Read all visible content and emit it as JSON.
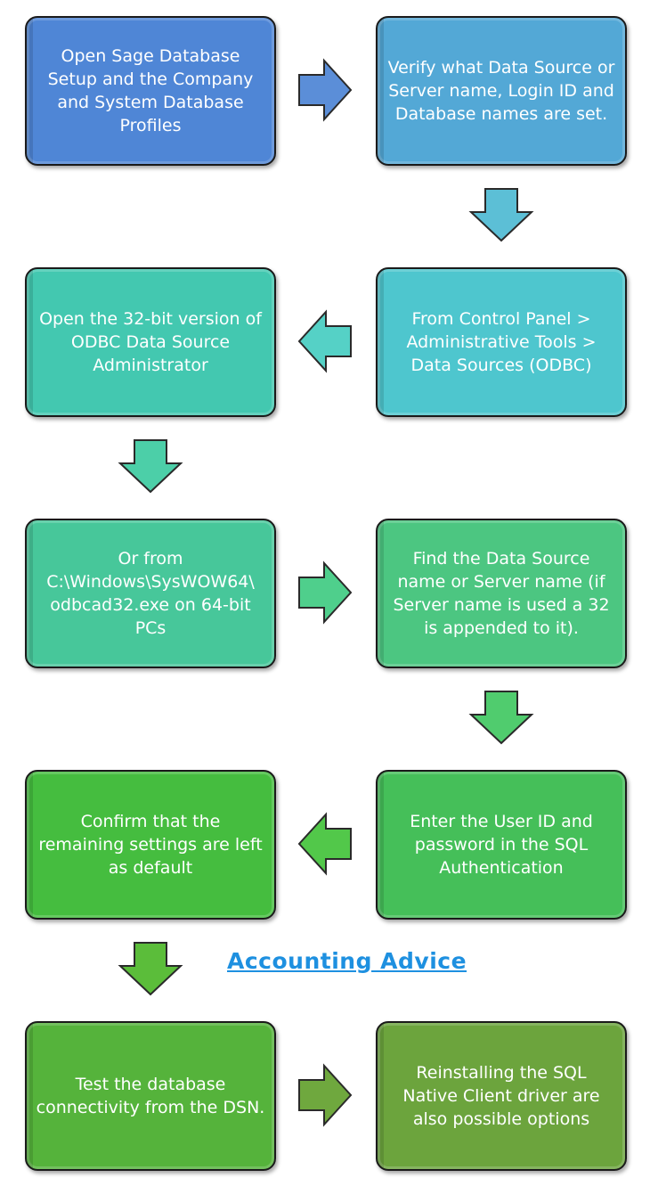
{
  "steps": [
    {
      "text": "Open Sage Database Setup and the Company and System Database Profiles",
      "color": "#4f86d6"
    },
    {
      "text": "Verify what Data Source or Server name, Login ID and Database names are set.",
      "color": "#53a8d6"
    },
    {
      "text": "From Control Panel > Administrative Tools > Data Sources (ODBC)",
      "color": "#4ec6ce"
    },
    {
      "text": "Open the 32-bit version of ODBC Data Source Administrator",
      "color": "#43c8b0"
    },
    {
      "text": "Or from C:\\Windows\\SysWOW64\\ odbcad32.exe on 64-bit PCs",
      "color": "#47c79a"
    },
    {
      "text": "Find the Data Source name or Server name (if Server name is used a 32 is appended to it).",
      "color": "#4cc681"
    },
    {
      "text": "Enter the User ID and password in the SQL Authentication",
      "color": "#45bf59"
    },
    {
      "text": "Confirm that the remaining settings are left as default",
      "color": "#45bd3f"
    },
    {
      "text": "Test the database connectivity from the DSN.",
      "color": "#55b33b"
    },
    {
      "text": "Reinstalling the SQL Native Client driver are also possible options",
      "color": "#6ca43d"
    }
  ],
  "arrows": [
    {
      "direction": "right",
      "color": "#5b8ed8"
    },
    {
      "direction": "down",
      "color": "#5cbfd6"
    },
    {
      "direction": "left",
      "color": "#55d1c6"
    },
    {
      "direction": "down",
      "color": "#4ccfa8"
    },
    {
      "direction": "right",
      "color": "#4fcf8c"
    },
    {
      "direction": "down",
      "color": "#50cc6e"
    },
    {
      "direction": "left",
      "color": "#52c84a"
    },
    {
      "direction": "down",
      "color": "#5bbd3a"
    },
    {
      "direction": "right",
      "color": "#6fa83e"
    }
  ],
  "watermark": "Accounting Advice"
}
